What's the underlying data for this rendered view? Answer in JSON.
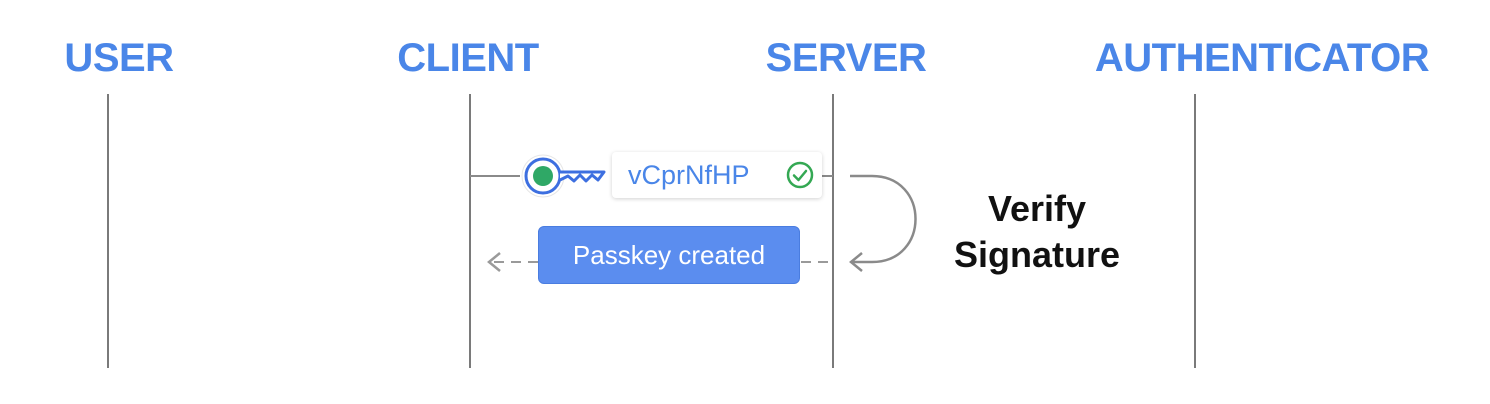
{
  "actors": {
    "user": "USER",
    "client": "CLIENT",
    "server": "SERVER",
    "authenticator": "AUTHENTICATOR"
  },
  "messages": {
    "key_token": "vCprNfHP",
    "passkey_created": "Passkey created"
  },
  "self_note": {
    "line1": "Verify",
    "line2": "Signature"
  },
  "colors": {
    "actor_label": "#4a86e8",
    "lifeline": "#7a7a7a",
    "button_fill": "#5b8def",
    "key_green": "#34a853",
    "check_green": "#34a853"
  },
  "icons": [
    "key-icon",
    "check-circle-icon",
    "arrow-left-icon",
    "loop-arrow-icon"
  ]
}
